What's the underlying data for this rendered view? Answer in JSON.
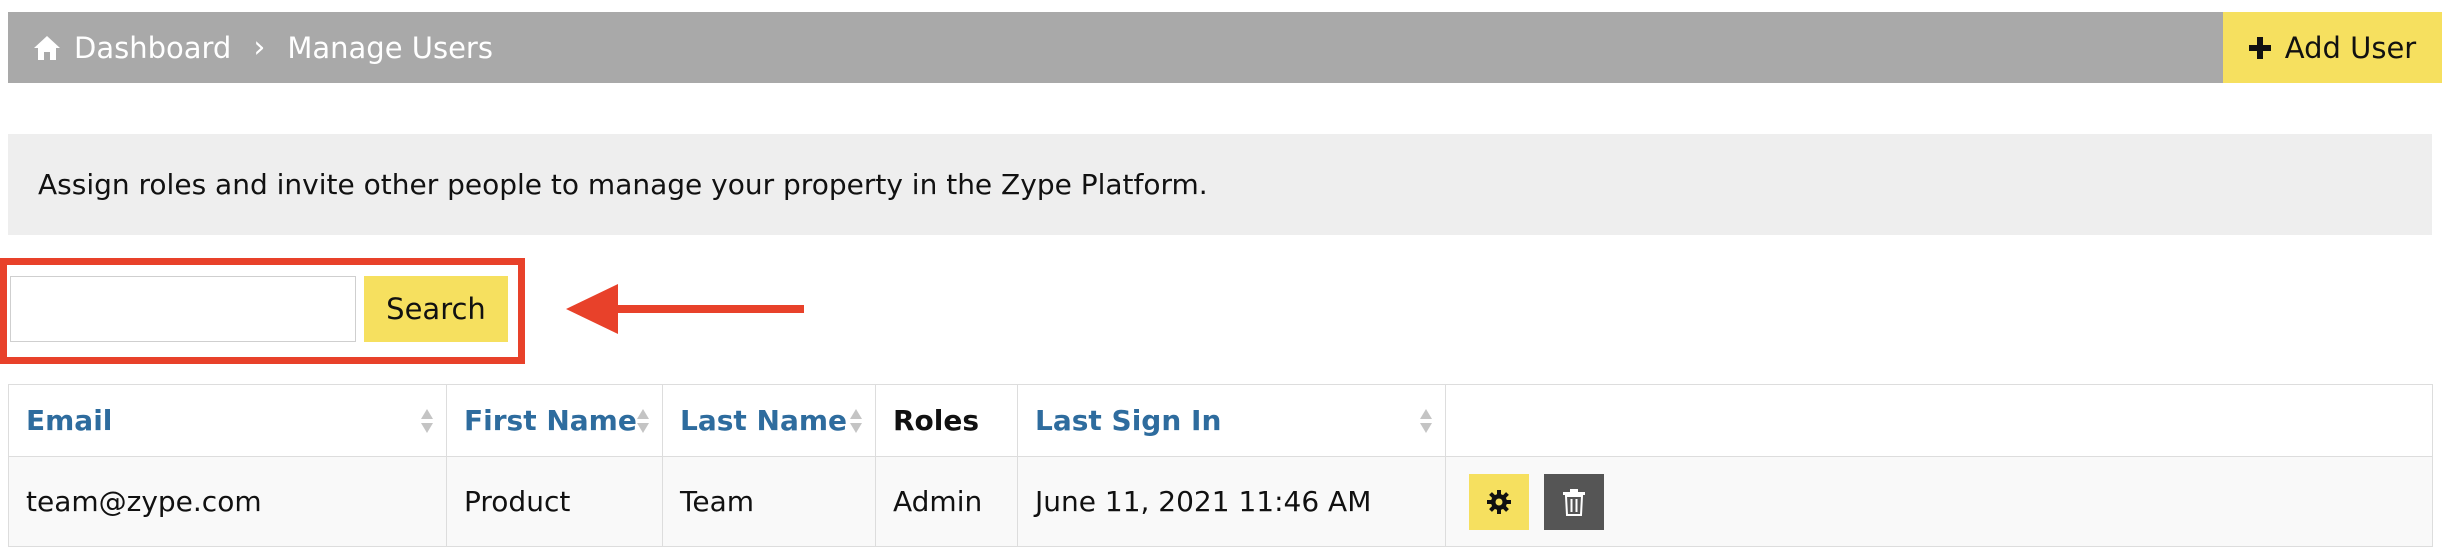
{
  "breadcrumb": {
    "home": "Dashboard",
    "current": "Manage Users"
  },
  "toolbar": {
    "add_user_label": "Add User"
  },
  "info": {
    "text": "Assign roles and invite other people to manage your property in the Zype Platform."
  },
  "search": {
    "value": "",
    "placeholder": "",
    "button_label": "Search"
  },
  "table": {
    "columns": [
      "Email",
      "First Name",
      "Last Name",
      "Roles",
      "Last Sign In",
      ""
    ],
    "rows": [
      {
        "email": "team@zype.com",
        "first_name": "Product",
        "last_name": "Team",
        "roles": "Admin",
        "last_sign_in": "June 11, 2021 11:46 AM"
      }
    ]
  },
  "colors": {
    "accent": "#f6e05f",
    "header_bar": "#a9a9a9",
    "link": "#2e6c9e",
    "highlight": "#e8412a"
  },
  "icons": [
    "home-icon",
    "plus-icon",
    "sort-icon",
    "gear-icon",
    "trash-icon",
    "arrow-left-icon"
  ]
}
